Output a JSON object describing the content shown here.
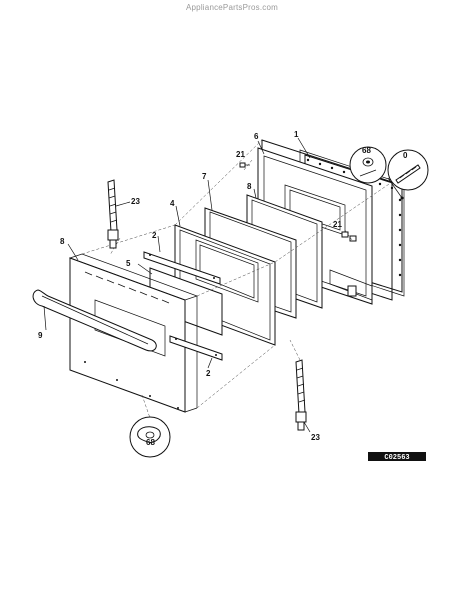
{
  "watermark": "AppliancePartsPros.com",
  "labels": {
    "door_frame_1": "1",
    "panel_6": "6",
    "gasket_8": "8",
    "glass_7": "7",
    "inner_door_4": "4",
    "bracket_2_upper": "2",
    "glass_5": "5",
    "outer_door_8": "8",
    "handle_9": "9",
    "bracket_2_lower": "2",
    "hinge_23_upper": "23",
    "hinge_23_lower": "23",
    "screw_21_upper": "21",
    "screw_21_lower": "21",
    "detail_68_upper": "68",
    "detail_0": "0",
    "detail_68_lower": "68"
  },
  "diagram_code": "C02563"
}
